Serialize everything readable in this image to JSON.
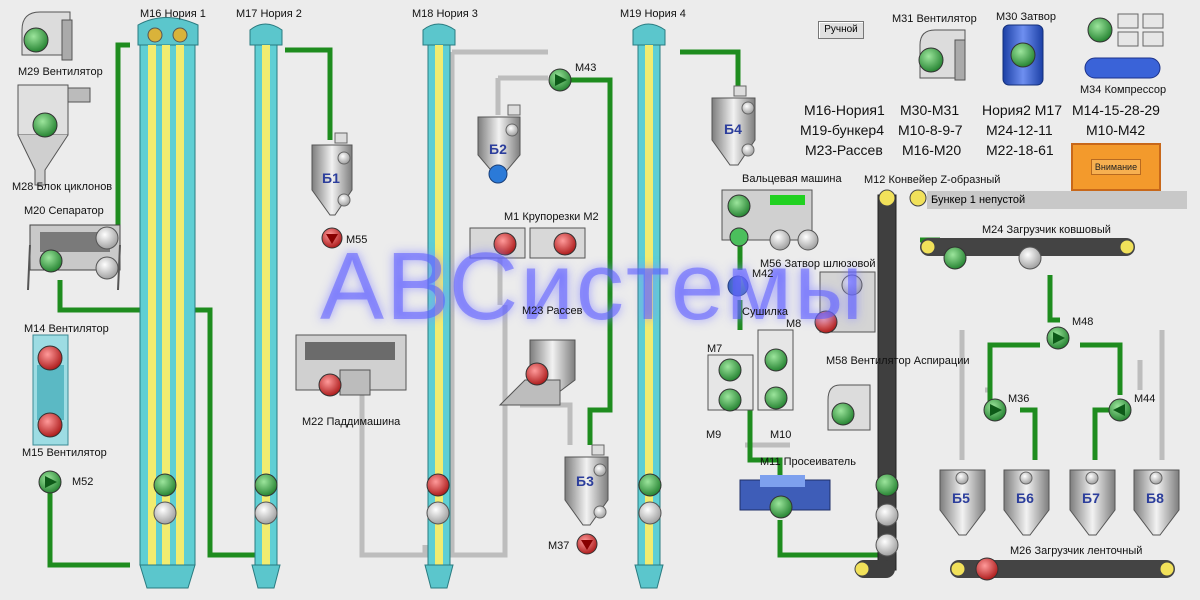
{
  "mode_button": "Ручной",
  "alert_button": "Внимание",
  "status_message": "Бункер 1 непустой",
  "watermark": "АВСистемы",
  "labels": {
    "m29": "M29 Вентилятор",
    "m28": "M28 Блок циклонов",
    "m20": "M20 Сепаратор",
    "m14": "M14 Вентилятор",
    "m15": "M15 Вентилятор",
    "m52": "M52",
    "m16": "M16 Нория 1",
    "m17": "M17 Нория 2",
    "m18": "M18 Нория 3",
    "m19": "M19 Нория 4",
    "m55": "M55",
    "m22": "M22 Паддимашина",
    "m43": "M43",
    "m1m2": "M1 Крупорезки M2",
    "m23": "M23 Рассев",
    "m37": "M37",
    "roll": "Вальцевая машина",
    "m56": "M56 Затвор шлюзовой",
    "m42": "M42",
    "dryer": "Сушилка",
    "m8": "M8",
    "m7": "M7",
    "m9": "M9",
    "m10": "M10",
    "m58": "M58 Вентилятор Аспирации",
    "m11": "M11 Просеиватель",
    "m12": "M12 Конвейер Z-образный",
    "m24": "M24 Загрузчик ковшовый",
    "m48": "M48",
    "m36": "M36",
    "m44": "M44",
    "m26": "M26 Загрузчик ленточный",
    "m31": "M31 Вентилятор",
    "m30": "M30 Затвор",
    "m34": "M34 Компрессор"
  },
  "bins": [
    "Б1",
    "Б2",
    "Б3",
    "Б4",
    "Б5",
    "Б6",
    "Б7",
    "Б8"
  ],
  "groups": [
    [
      "M16-Нория1",
      "M19-бункер4",
      "M23-Рассев"
    ],
    [
      "M30-M31",
      "M10-8-9-7",
      "M16-M20"
    ],
    [
      "Нория2 M17",
      "M24-12-11",
      "M22-18-61"
    ],
    [
      "M14-15-28-29",
      "M10-M42"
    ]
  ],
  "colors": {
    "background": "#ececec",
    "pipe_active": "#1e8c1e",
    "pipe_idle": "#bdbdbd",
    "motor_on": "#2a9a3a",
    "motor_off": "#d42a2a",
    "elevator_shaft": "#f2ec70",
    "elevator_casing": "#6fd6da",
    "alert": "#f39a2c"
  }
}
